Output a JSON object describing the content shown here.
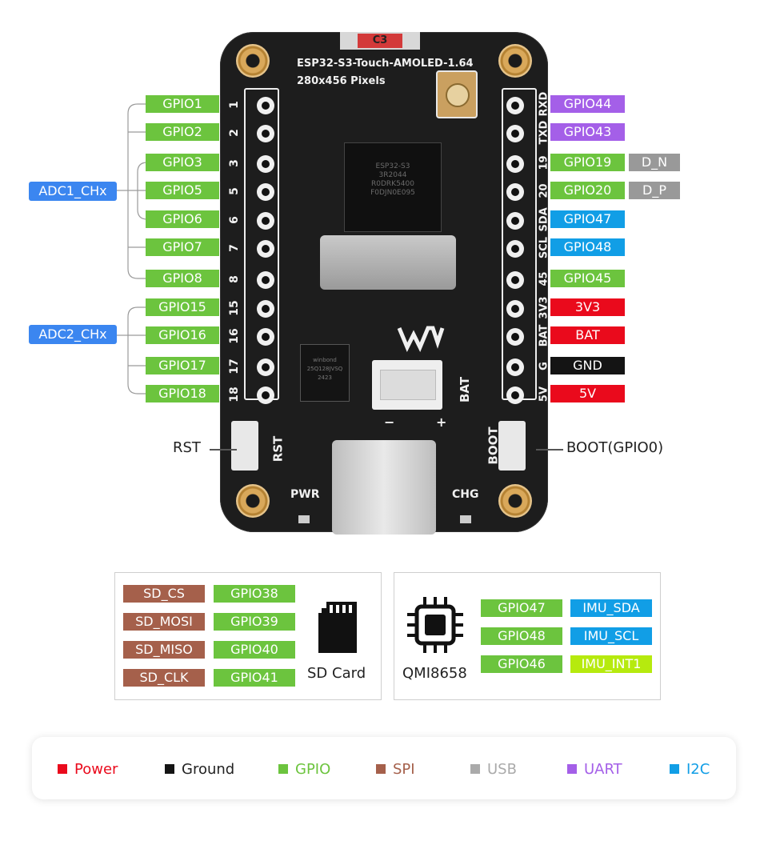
{
  "board": {
    "name": "ESP32-S3-Touch-AMOLED-1.64",
    "resolution": "280x456 Pixels",
    "cap_label": "C3",
    "chip_text": "ESP32-S3\n3R2044\nR0DRK5400\nF0DJN0E095",
    "flash_text": "winbond\n25Q128JVSQ\n2423",
    "silk_rst": "RST",
    "silk_boot": "BOOT",
    "silk_pwr": "PWR",
    "silk_chg": "CHG",
    "silk_bat": "BAT",
    "silk_plus": "+",
    "silk_minus": "−"
  },
  "left_pins": [
    {
      "num": "1",
      "label": "GPIO1"
    },
    {
      "num": "2",
      "label": "GPIO2"
    },
    {
      "num": "3",
      "label": "GPIO3"
    },
    {
      "num": "5",
      "label": "GPIO5"
    },
    {
      "num": "6",
      "label": "GPIO6"
    },
    {
      "num": "7",
      "label": "GPIO7"
    },
    {
      "num": "8",
      "label": "GPIO8"
    },
    {
      "num": "15",
      "label": "GPIO15"
    },
    {
      "num": "16",
      "label": "GPIO16"
    },
    {
      "num": "17",
      "label": "GPIO17"
    },
    {
      "num": "18",
      "label": "GPIO18"
    }
  ],
  "right_pins": [
    {
      "num": "RXD",
      "label": "GPIO44",
      "color": "#a45fe8"
    },
    {
      "num": "TXD",
      "label": "GPIO43",
      "color": "#a45fe8"
    },
    {
      "num": "19",
      "label": "GPIO19",
      "color": "#6cc43e",
      "extra": "D_N"
    },
    {
      "num": "20",
      "label": "GPIO20",
      "color": "#6cc43e",
      "extra": "D_P"
    },
    {
      "num": "SDA",
      "label": "GPIO47",
      "color": "#119ee6"
    },
    {
      "num": "SCL",
      "label": "GPIO48",
      "color": "#119ee6"
    },
    {
      "num": "45",
      "label": "GPIO45",
      "color": "#6cc43e"
    },
    {
      "num": "3V3",
      "label": "3V3",
      "color": "#ea0a1c"
    },
    {
      "num": "BAT",
      "label": "BAT",
      "color": "#ea0a1c"
    },
    {
      "num": "G",
      "label": "GND",
      "color": "#141414"
    },
    {
      "num": "5V",
      "label": "5V",
      "color": "#ea0a1c"
    }
  ],
  "adc1_label": "ADC1_CHx",
  "adc2_label": "ADC2_CHx",
  "rst_label": "RST",
  "boot_label": "BOOT(GPIO0)",
  "sd": {
    "rows": [
      {
        "fn": "SD_CS",
        "gpio": "GPIO38"
      },
      {
        "fn": "SD_MOSI",
        "gpio": "GPIO39"
      },
      {
        "fn": "SD_MISO",
        "gpio": "GPIO40"
      },
      {
        "fn": "SD_CLK",
        "gpio": "GPIO41"
      }
    ],
    "caption": "SD Card"
  },
  "imu": {
    "rows": [
      {
        "gpio": "GPIO47",
        "fn": "IMU_SDA",
        "color": "#119ee6"
      },
      {
        "gpio": "GPIO48",
        "fn": "IMU_SCL",
        "color": "#119ee6"
      },
      {
        "gpio": "GPIO46",
        "fn": "IMU_INT1",
        "color": "#b6ea0e"
      }
    ],
    "caption": "QMI8658"
  },
  "legend": [
    {
      "label": "Power",
      "color": "#ea0a1c"
    },
    {
      "label": "Ground",
      "color": "#141414",
      "text_color": "#222222"
    },
    {
      "label": "GPIO",
      "color": "#6cc43e"
    },
    {
      "label": "SPI",
      "color": "#a5604b"
    },
    {
      "label": "USB",
      "color": "#aaaaaa"
    },
    {
      "label": "UART",
      "color": "#a45fe8"
    },
    {
      "label": "I2C",
      "color": "#119ee6"
    }
  ]
}
